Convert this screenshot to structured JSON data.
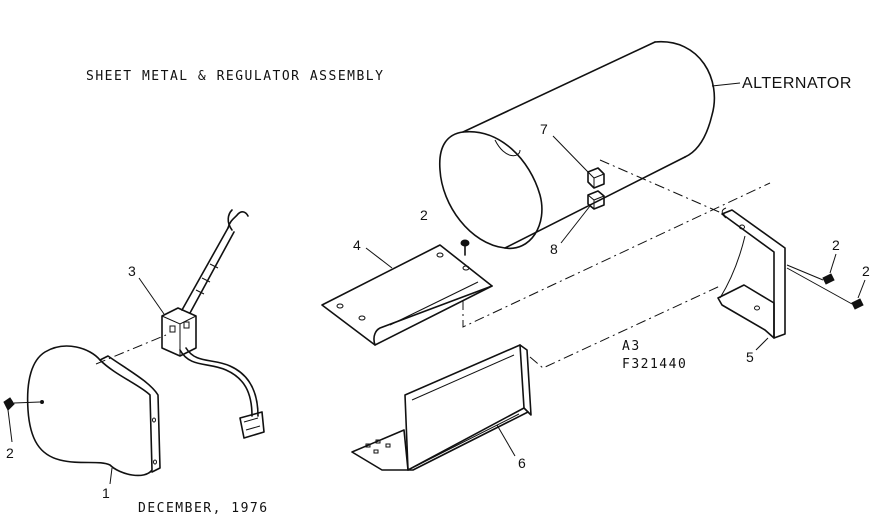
{
  "diagram": {
    "title": "SHEET METAL & REGULATOR ASSEMBLY",
    "alternator_label": "ALTERNATOR",
    "date": "DECEMBER, 1976",
    "drawing_code": "A3",
    "part_number": "F321440",
    "callouts": {
      "c1": "1",
      "c2_left": "2",
      "c2_plate": "2",
      "c2_right_a": "2",
      "c2_right_b": "2",
      "c3": "3",
      "c4": "4",
      "c5": "5",
      "c6": "6",
      "c7": "7",
      "c8": "8"
    }
  }
}
